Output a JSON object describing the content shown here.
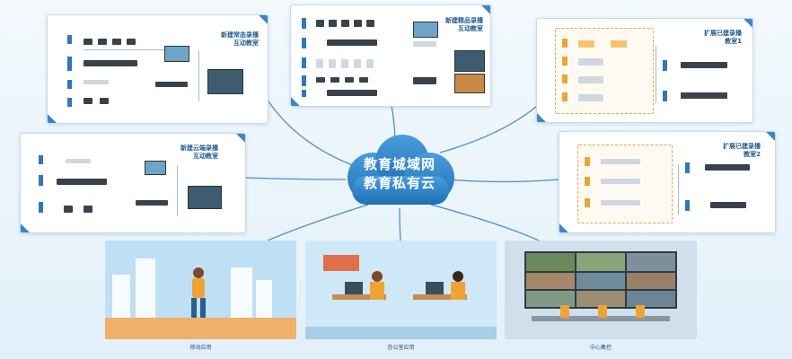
{
  "cloud": {
    "line1": "教育城域网",
    "line2": "教育私有云",
    "color": "#2b83c9"
  },
  "cards": {
    "new_normal": {
      "title1": "新建常态录播",
      "title2": "互动教室"
    },
    "new_premium": {
      "title1": "新建精品录播",
      "title2": "互动教室"
    },
    "expand_1": {
      "title1": "扩展已建录播",
      "title2": "教室1"
    },
    "new_cloud": {
      "title1": "新建云端录播",
      "title2": "互动教室"
    },
    "expand_2": {
      "title1": "扩展已建录播",
      "title2": "教室2"
    }
  },
  "panels": {
    "mobile": {
      "caption": "移动应用"
    },
    "office": {
      "caption": "办公室应用"
    },
    "center": {
      "caption": "中心集控"
    }
  },
  "colors": {
    "accent": "#2b83c9",
    "link": "#4a90c8",
    "dashed": "#e3a54a"
  }
}
